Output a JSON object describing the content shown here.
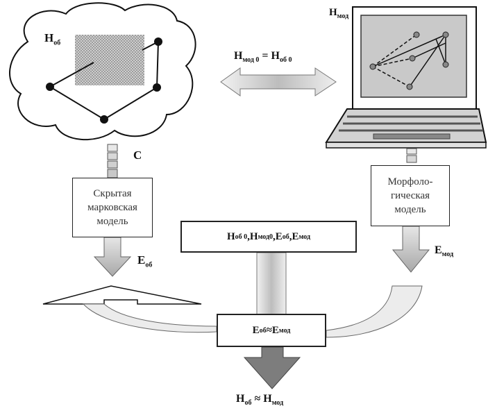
{
  "labels": {
    "h_ob": {
      "main": "H",
      "sub": "об"
    },
    "h_mod": {
      "main": "H",
      "sub": "мод"
    },
    "c_label": "C",
    "e_ob": {
      "main": "E",
      "sub": "об"
    },
    "e_mod": {
      "main": "E",
      "sub": "мод"
    }
  },
  "equation_top": {
    "left": {
      "main": "H",
      "sub": "мод 0"
    },
    "op": " = ",
    "right": {
      "main": "H",
      "sub": "об 0"
    }
  },
  "boxes": {
    "hidden_markov": "Скрытая\nмарковская\nмодель",
    "morphological": "Морфоло-\nгическая\nмодель"
  },
  "params_box": [
    {
      "main": "H",
      "sub": "об 0",
      "after": ", "
    },
    {
      "main": "H",
      "sub": "мод0",
      "after": ", "
    },
    {
      "main": "E",
      "sub": "об",
      "after": ", "
    },
    {
      "main": "E",
      "sub": "мод",
      "after": ""
    }
  ],
  "compare_box": {
    "left": {
      "main": "E",
      "sub": "об"
    },
    "op": " ≈ ",
    "right": {
      "main": "E",
      "sub": "мод"
    }
  },
  "result": {
    "left": {
      "main": "H",
      "sub": "об"
    },
    "op": " ≈ ",
    "right": {
      "main": "H",
      "sub": "мод"
    }
  },
  "colors": {
    "arrow_light": "#d8d8d8",
    "arrow_dark": "#808080",
    "screen": "#c9c9c9",
    "hatch": "#9a9a9a",
    "line": "#111111"
  }
}
